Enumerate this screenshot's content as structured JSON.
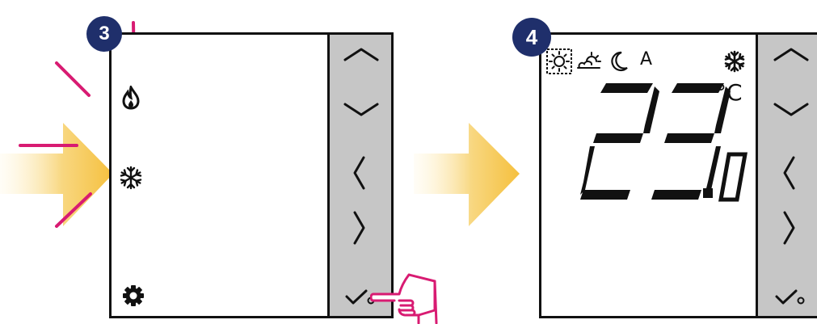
{
  "step_left": {
    "number": "3"
  },
  "step_right": {
    "number": "4"
  },
  "colors": {
    "badge": "#1f2f6b",
    "flash": "#d81b72",
    "arrow": "#f6c445",
    "keypad": "#c6c6c6",
    "hand": "#d81b72"
  },
  "left_device": {
    "icons": [
      "flame-icon",
      "snowflake-icon",
      "gear-icon"
    ],
    "keys": [
      "chevron-up-icon",
      "chevron-down-icon",
      "chevron-left-icon",
      "chevron-right-icon",
      "confirm-icon"
    ],
    "highlighted": "snowflake-icon"
  },
  "right_device": {
    "mode_letter": "A",
    "temperature_main": "23",
    "temperature_decimal": "0",
    "unit": "°C",
    "mode_icons": [
      "sun-icon",
      "cloud-sun-icon",
      "moon-icon"
    ],
    "keys": [
      "chevron-up-icon",
      "chevron-down-icon",
      "chevron-left-icon",
      "chevron-right-icon",
      "confirm-icon"
    ]
  }
}
